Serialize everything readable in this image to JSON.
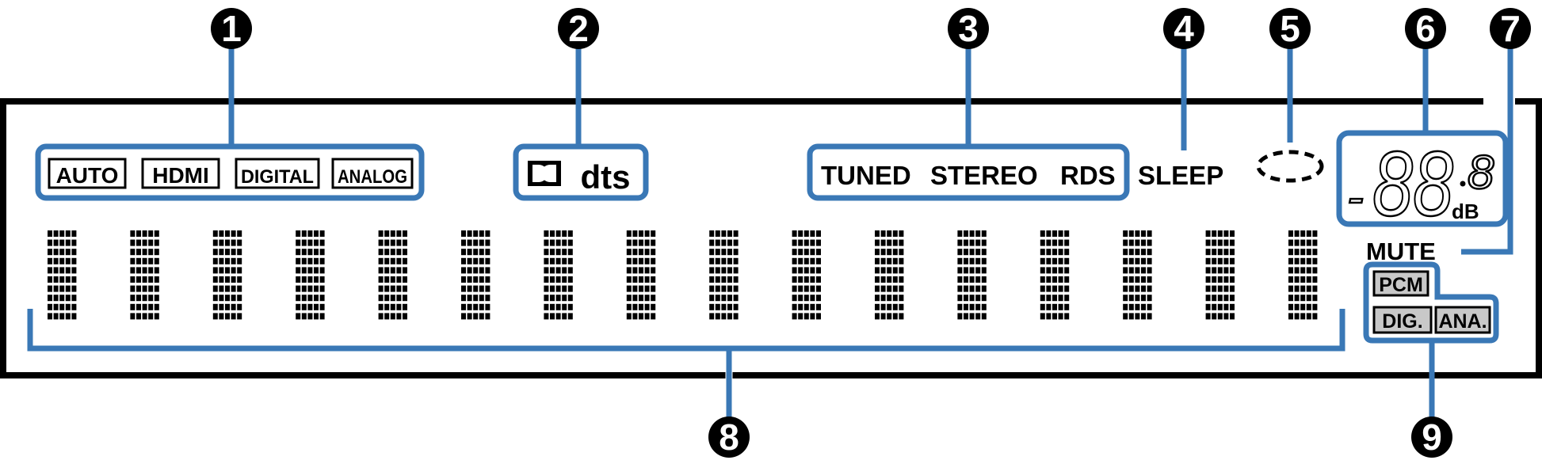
{
  "colors": {
    "callout": "#3a78b6",
    "ink": "#000000",
    "panel_fill": "#c8c8c8"
  },
  "callouts": [
    "1",
    "2",
    "3",
    "4",
    "5",
    "6",
    "7",
    "8",
    "9"
  ],
  "input_indicators": [
    "AUTO",
    "HDMI",
    "DIGITAL",
    "ANALOG"
  ],
  "decoder_indicators": {
    "dolby_icon": "dolby-double-d-icon",
    "dts": "dts"
  },
  "tuner_indicators": [
    "TUNED",
    "STEREO",
    "RDS"
  ],
  "sleep": "SLEEP",
  "surround_indicator_icon": "dashed-ellipse-icon",
  "volume": {
    "minus": "-",
    "digits": "88",
    "decimal_digit": "8",
    "unit": "dB"
  },
  "mute": "MUTE",
  "signal_indicators": {
    "pcm": "PCM",
    "dig": "DIG.",
    "ana": "ANA."
  },
  "character_cells": 16
}
